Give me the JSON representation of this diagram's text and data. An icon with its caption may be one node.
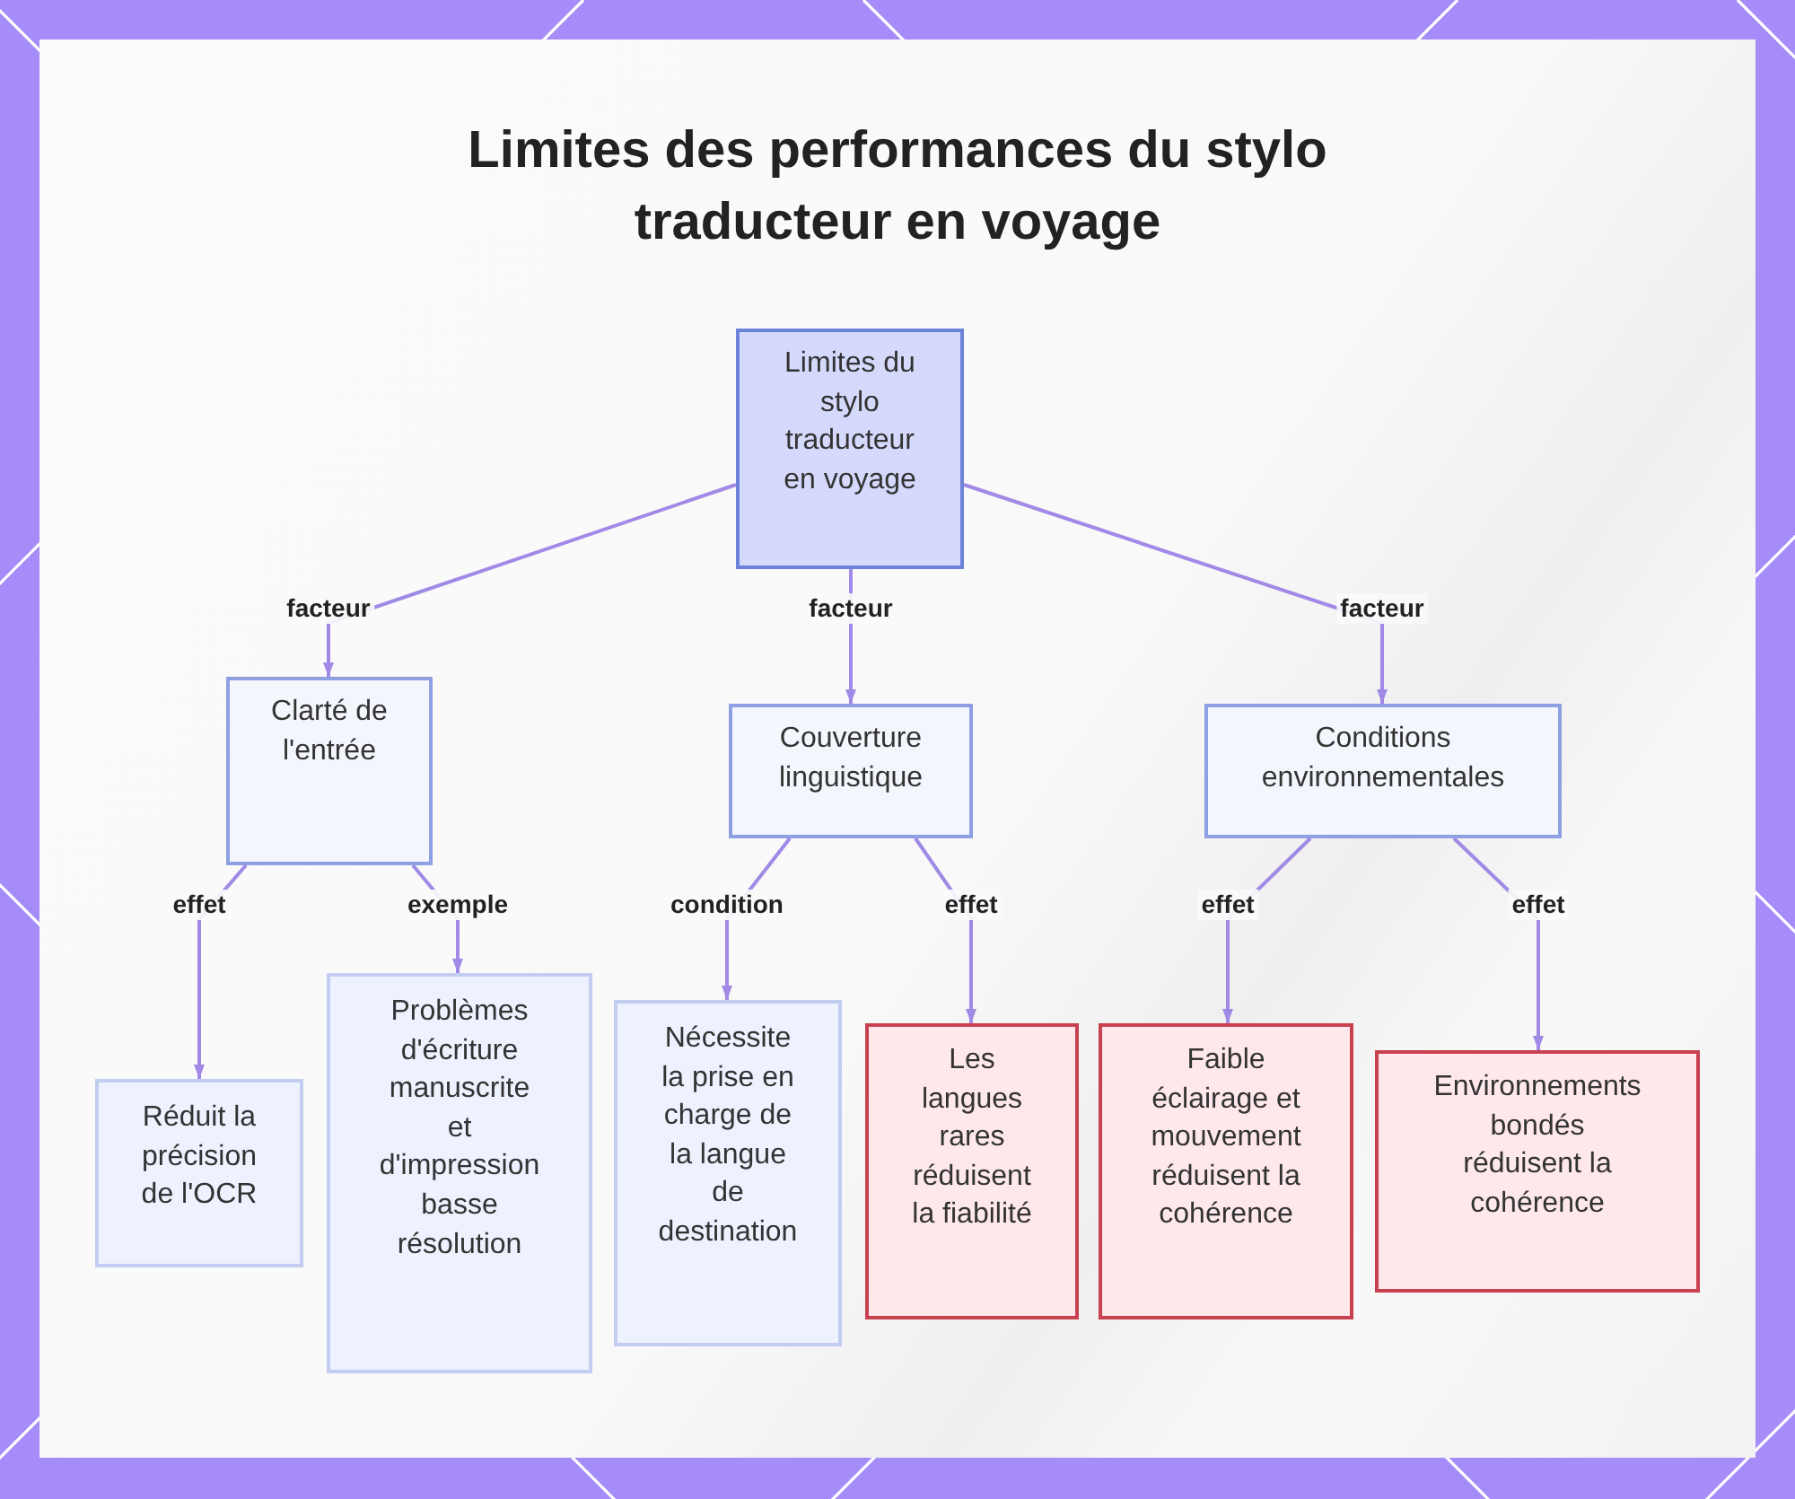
{
  "diagram": {
    "title": "Limites des performances du stylo traducteur en voyage",
    "nodes": [
      {
        "text": [
          "Limites du stylo traducteur en voyage"
        ]
      },
      {
        "text": [
          "Clarté de l'entrée"
        ]
      },
      {
        "text": [
          "Couverture linguistique"
        ]
      },
      {
        "text": [
          "Conditions environnementales"
        ]
      },
      {
        "text": [
          "Réduit la précision de l'OCR"
        ]
      },
      {
        "text": [
          "Problèmes d'écriture manuscrite et d'impression basse résolution"
        ]
      },
      {
        "text": [
          "Nécessite la prise en charge de la langue de destination"
        ]
      },
      {
        "text": [
          "Les langues rares réduisent la fiabilité"
        ]
      },
      {
        "text": [
          "Faible éclairage et mouvement réduisent la cohérence"
        ]
      },
      {
        "text": [
          "Environnements bondés réduisent la cohérence"
        ]
      }
    ],
    "edges": [
      {
        "from": 0,
        "to": 1,
        "arrow": "to",
        "label": "facteur"
      },
      {
        "from": 0,
        "to": 2,
        "arrow": "to",
        "label": "facteur"
      },
      {
        "from": 0,
        "to": 3,
        "arrow": "to",
        "label": "facteur"
      },
      {
        "from": 1,
        "to": 4,
        "arrow": "to",
        "label": "effet"
      },
      {
        "from": 1,
        "to": 5,
        "arrow": "to",
        "label": "exemple"
      },
      {
        "from": 2,
        "to": 6,
        "arrow": "to",
        "label": "condition"
      },
      {
        "from": 2,
        "to": 7,
        "arrow": "to",
        "label": "effet"
      },
      {
        "from": 3,
        "to": 8,
        "arrow": "to",
        "label": "effet"
      },
      {
        "from": 3,
        "to": 9,
        "arrow": "to",
        "label": "effet"
      }
    ]
  }
}
